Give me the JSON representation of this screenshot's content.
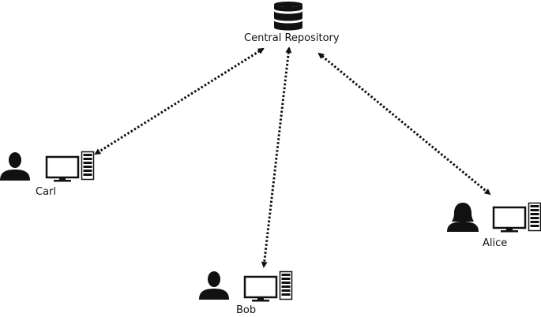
{
  "diagram": {
    "nodes": {
      "repository": {
        "label": "Central Repository",
        "icon": "database-icon"
      },
      "carl": {
        "label": "Carl",
        "icons": [
          "person-icon",
          "monitor-icon",
          "tower-icon"
        ]
      },
      "bob": {
        "label": "Bob",
        "icons": [
          "person-icon",
          "monitor-icon",
          "tower-icon"
        ]
      },
      "alice": {
        "label": "Alice",
        "icons": [
          "person-female-icon",
          "monitor-icon",
          "tower-icon"
        ]
      }
    },
    "edges": [
      {
        "from": "repository",
        "to": "carl",
        "style": "dotted",
        "arrows": "both"
      },
      {
        "from": "repository",
        "to": "bob",
        "style": "dotted",
        "arrows": "both"
      },
      {
        "from": "repository",
        "to": "alice",
        "style": "dotted",
        "arrows": "both"
      }
    ],
    "colors": {
      "ink": "#111111",
      "background": "#ffffff"
    }
  }
}
